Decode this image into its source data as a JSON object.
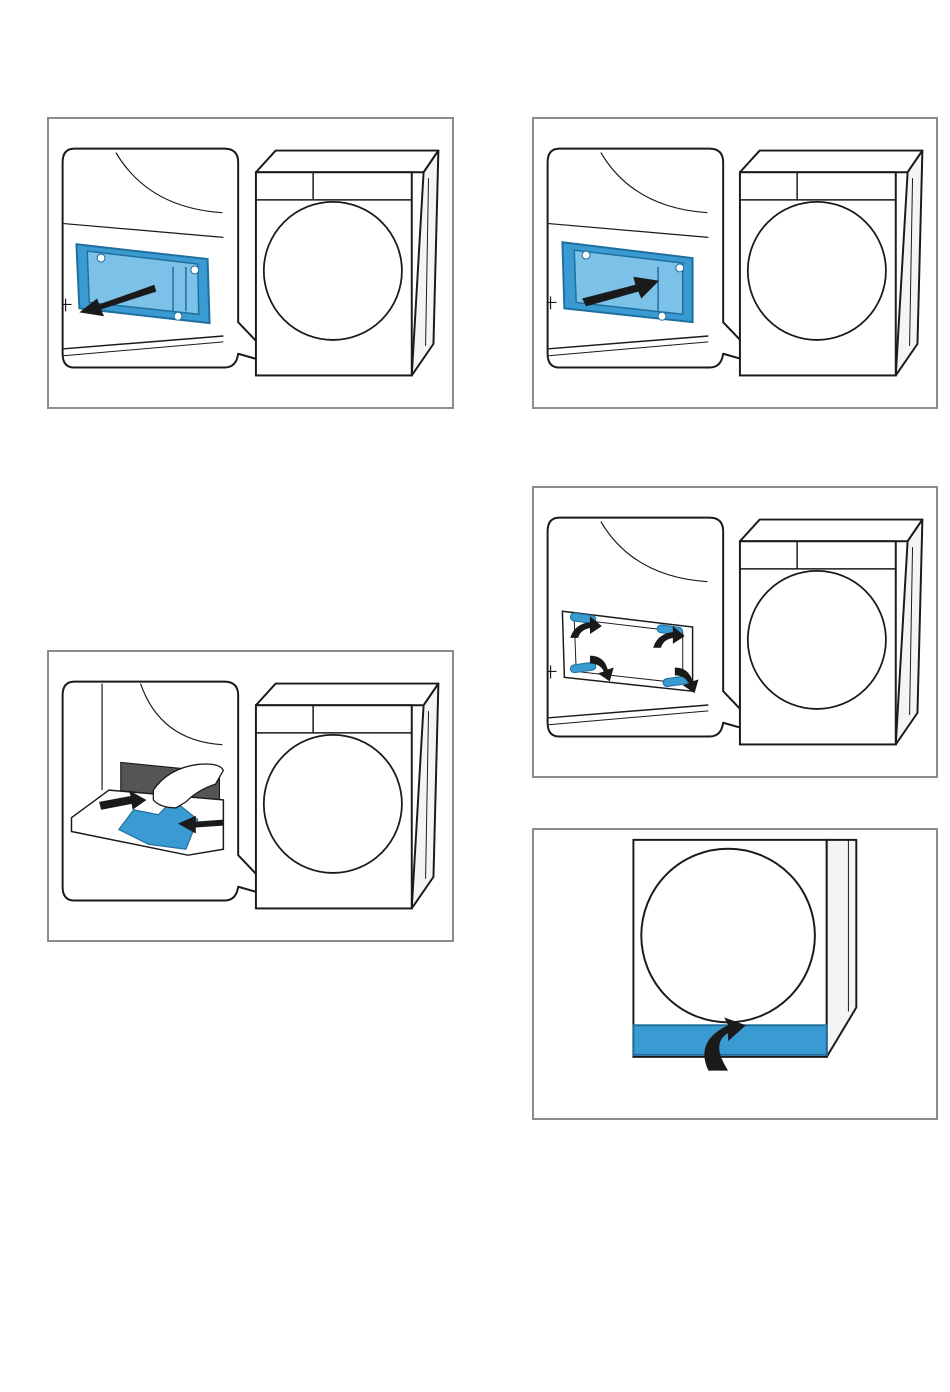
{
  "colors": {
    "accent_blue": "#3a9ad2",
    "accent_blue_dark": "#1f6f9e",
    "line": "#1a1a1a",
    "frame": "#8c8c8c",
    "background": "#ffffff"
  },
  "steps": [
    {
      "id": "remove-fluff-filter",
      "icons": [
        "dryer-icon",
        "filter-cover-icon",
        "arrow-pull-out-icon"
      ]
    },
    {
      "id": "insert-fluff-filter",
      "icons": [
        "dryer-icon",
        "filter-cover-icon",
        "arrow-push-in-icon"
      ]
    },
    {
      "id": "clean-filter-compartment",
      "icons": [
        "dryer-icon",
        "hand-icon",
        "cloth-icon",
        "arrow-left-right-icon"
      ]
    },
    {
      "id": "unlock-cover-levers",
      "icons": [
        "dryer-icon",
        "lever-icon",
        "arrow-rotate-icon"
      ]
    },
    {
      "id": "close-base-cover",
      "icons": [
        "dryer-icon",
        "base-cover-icon",
        "arrow-curve-up-icon"
      ]
    }
  ]
}
